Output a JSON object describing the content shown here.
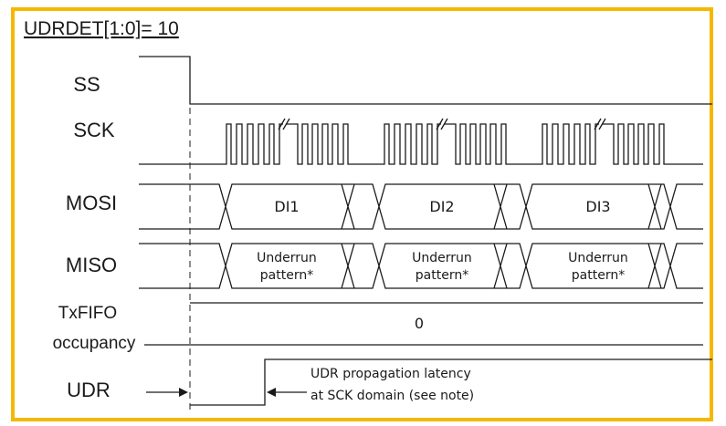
{
  "title": "UDRDET[1:0]= 10",
  "colors": {
    "frame": "#f5b800",
    "line": "#1a1a1a"
  },
  "signals": {
    "ss": "SS",
    "sck": "SCK",
    "mosi": "MOSI",
    "miso": "MISO",
    "txfifo_line1": "TxFIFO",
    "txfifo_line2": "occupancy",
    "udr": "UDR"
  },
  "mosi_cells": [
    "DI1",
    "DI2",
    "DI3"
  ],
  "miso_cells": [
    {
      "line1": "Underrun",
      "line2": "pattern*"
    },
    {
      "line1": "Underrun",
      "line2": "pattern*"
    },
    {
      "line1": "Underrun",
      "line2": "pattern*"
    }
  ],
  "txfifo_value": "0",
  "udr_note": {
    "line1": "UDR propagation latency",
    "line2": "at SCK domain (see note)"
  }
}
